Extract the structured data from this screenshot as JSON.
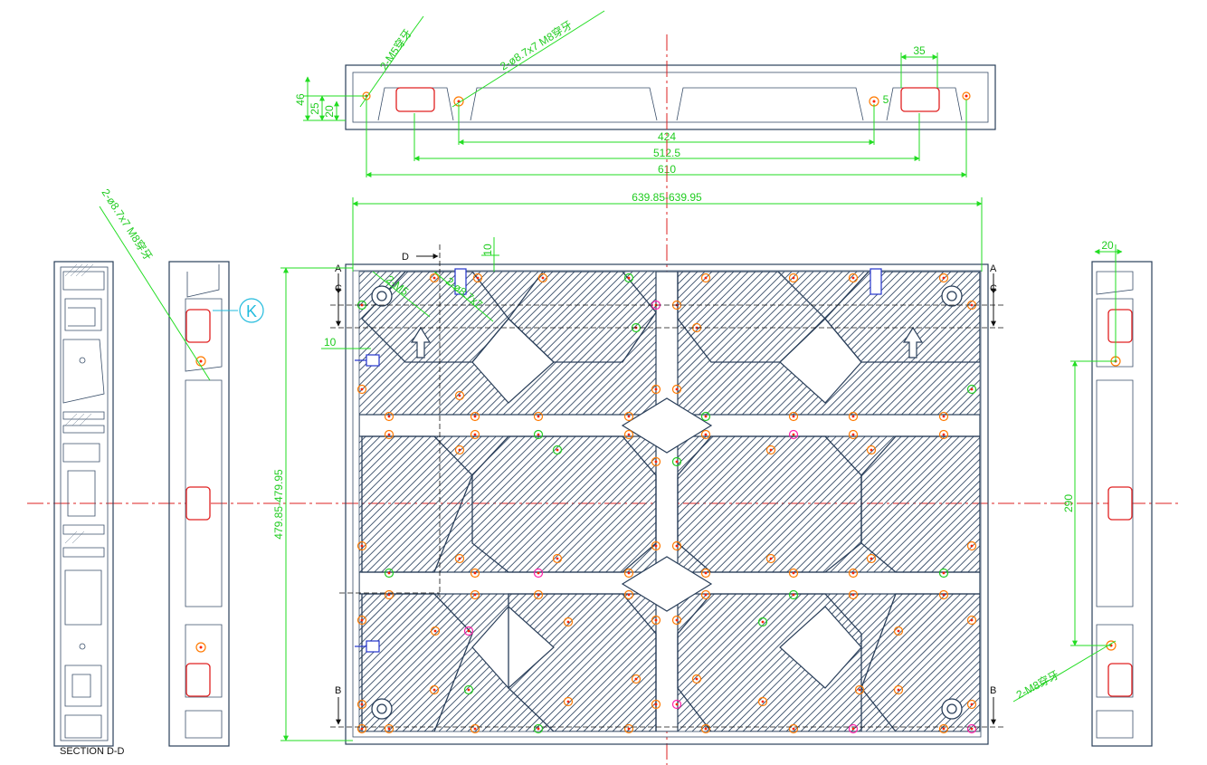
{
  "annotations": {
    "top_callout_1": "2-M5穿牙",
    "top_callout_2": "2-ø8.7x7 M8穿牙",
    "left_callout": "2-ø8.7x7 M8穿牙",
    "right_callout": "2-M8穿牙",
    "detail_mark": "K",
    "section_caption": "SECTION D-D",
    "center_callout_1": "2-M5",
    "center_callout_2": "2-ø8.7x7"
  },
  "dimensions": {
    "top_46": "46",
    "top_25": "25",
    "top_20": "20",
    "top_35": "35",
    "top_5": "5",
    "top_424": "424",
    "top_512": "512.5",
    "top_610": "610",
    "width": "639.85-639.95",
    "height": "479.85-479.95",
    "d10_top": "10",
    "d10_left": "10",
    "right_20": "20",
    "right_290": "290"
  },
  "section_marks": {
    "A_left": "A",
    "A_right": "A",
    "B_left": "B",
    "B_right": "B",
    "C_left": "C",
    "C_right": "C",
    "D_top": "D"
  },
  "colors": {
    "dimension": "#22dd22",
    "outline": "#2a3f5a",
    "centerline": "#dd2222",
    "hatch": "#3a4f6a",
    "callout": "#22cc22",
    "detail_circle": "#22bbdd"
  }
}
